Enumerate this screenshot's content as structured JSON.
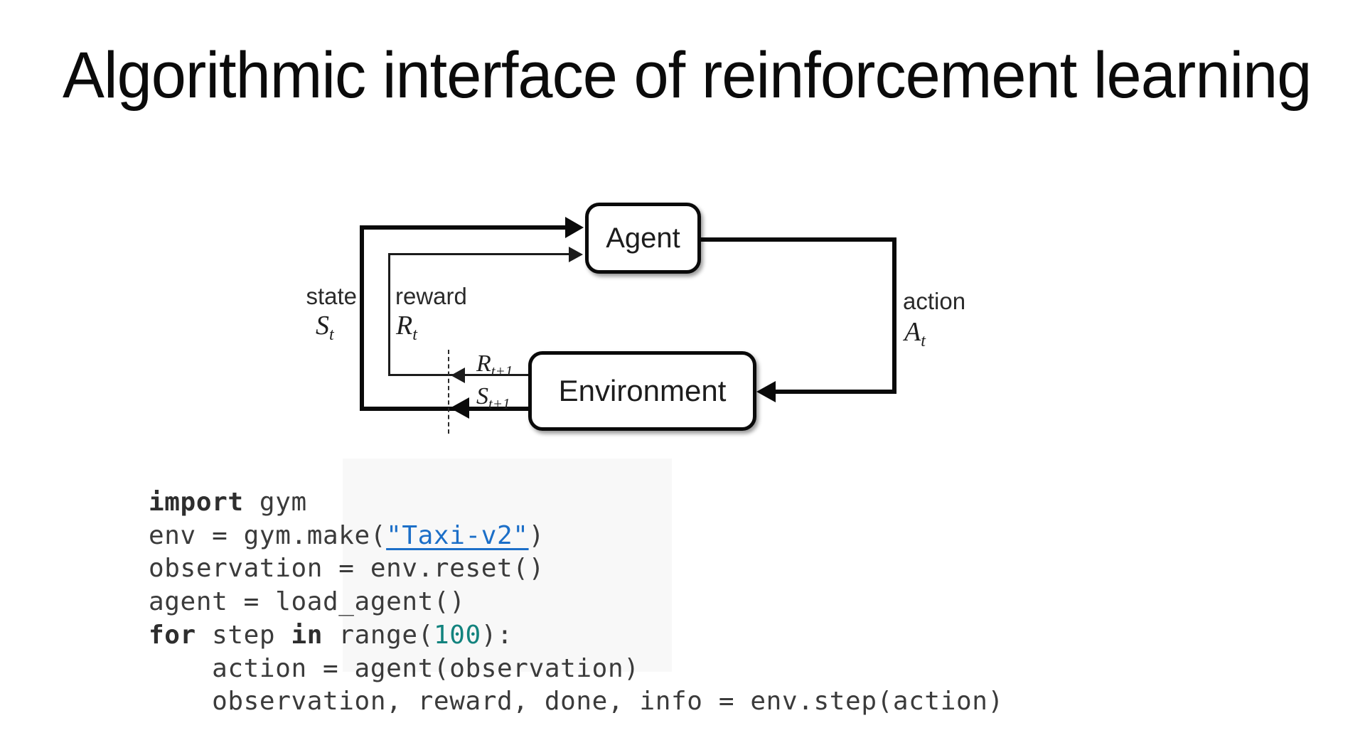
{
  "slide": {
    "title": "Algorithmic interface of reinforcement learning"
  },
  "diagram": {
    "agent_label": "Agent",
    "environment_label": "Environment",
    "labels": {
      "state": "state",
      "state_sym": "S",
      "state_sub": "t",
      "reward": "reward",
      "reward_sym": "R",
      "reward_sub": "t",
      "action": "action",
      "action_sym": "A",
      "action_sub": "t",
      "next_reward_sym": "R",
      "next_reward_sub": "t+1",
      "next_state_sym": "S",
      "next_state_sub": "t+1"
    }
  },
  "code": {
    "lines": [
      {
        "segments": [
          {
            "text": "import",
            "style": "keyword"
          },
          {
            "text": " gym",
            "style": "plain"
          }
        ]
      },
      {
        "segments": [
          {
            "text": "env = gym.make(",
            "style": "plain"
          },
          {
            "text": "\"Taxi-v2\"",
            "style": "link"
          },
          {
            "text": ")",
            "style": "plain"
          }
        ]
      },
      {
        "segments": [
          {
            "text": "observation = env.reset()",
            "style": "plain"
          }
        ]
      },
      {
        "segments": [
          {
            "text": "agent = load_agent()",
            "style": "plain"
          }
        ]
      },
      {
        "segments": [
          {
            "text": "for",
            "style": "keyword"
          },
          {
            "text": " step ",
            "style": "plain"
          },
          {
            "text": "in",
            "style": "keyword"
          },
          {
            "text": " range(",
            "style": "plain"
          },
          {
            "text": "100",
            "style": "number"
          },
          {
            "text": "):",
            "style": "plain"
          }
        ]
      },
      {
        "segments": [
          {
            "text": "    action = agent(observation)",
            "style": "plain"
          }
        ]
      },
      {
        "segments": [
          {
            "text": "    observation, reward, done, info = env.step(action)",
            "style": "plain"
          }
        ]
      }
    ]
  },
  "colors": {
    "link_blue": "#1c6fc8",
    "number_teal": "#12837e",
    "code_gray": "#3b3b3b",
    "diagram_black": "#0a0a0a"
  }
}
